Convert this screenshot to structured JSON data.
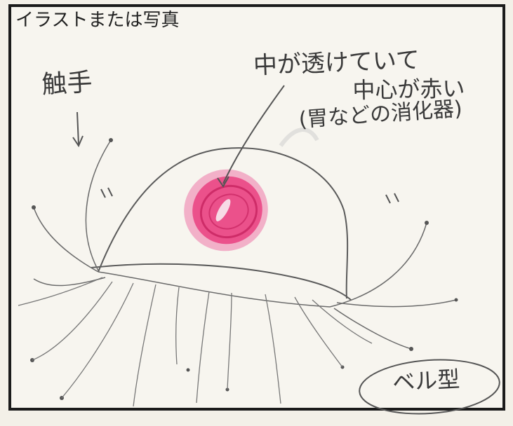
{
  "header": {
    "title": "イラストまたは写真"
  },
  "annotations": {
    "stomach_note_line1": "中が透けていて",
    "stomach_note_line2": "中心が赤い",
    "stomach_note_line3": "(胃などの消化器)",
    "tentacle_label": "触手",
    "type_label": "ベル型"
  },
  "colors": {
    "stomach": "#e83a7c",
    "stomach_light": "#f08ab2",
    "pencil": "#5a5a5a",
    "frame": "#1b1b1b"
  }
}
